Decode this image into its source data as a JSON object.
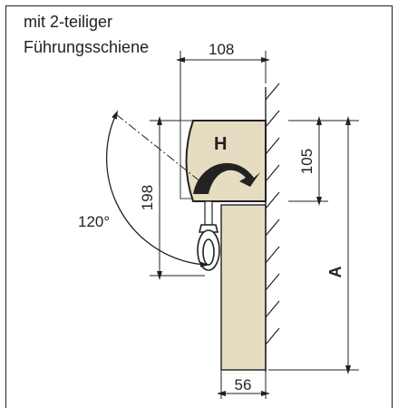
{
  "caption": {
    "line1": "mit 2-teiliger",
    "line2": "Führungsschiene"
  },
  "dimensions": {
    "top_width": "108",
    "box_height": "105",
    "total_height": "198",
    "angle": "120°",
    "rail_width": "56",
    "overall": "A"
  },
  "box_label": "H",
  "colors": {
    "rail_fill": "#e6dcc2",
    "box_fill": "#e6dcc2",
    "line": "#222222",
    "grey_outline": "#9a9a9a"
  }
}
